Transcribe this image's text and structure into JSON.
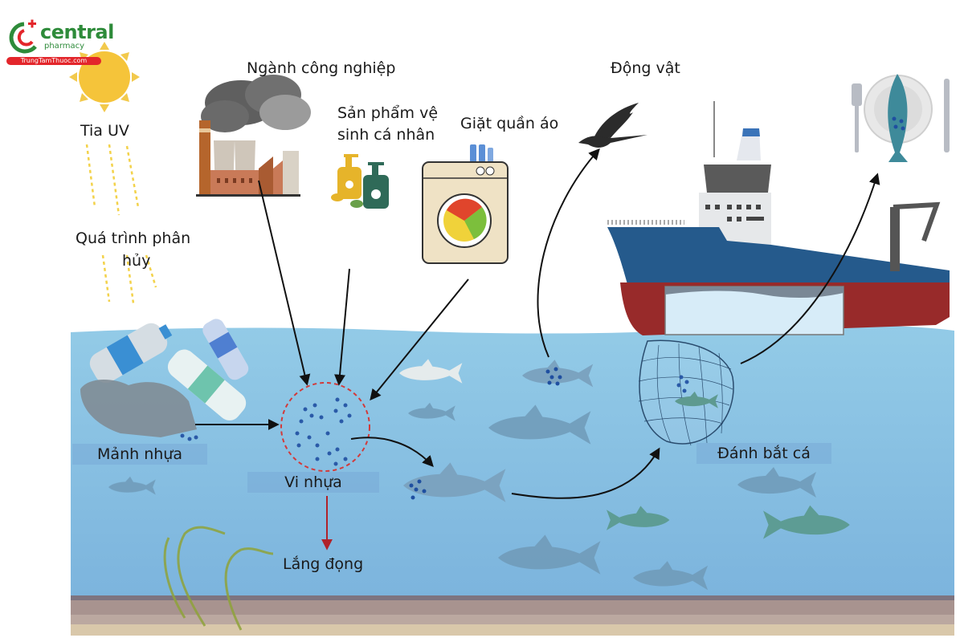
{
  "brand": {
    "name": "central",
    "sub": "pharmacy",
    "site": "TrungTamThuoc.com",
    "colors": {
      "green": "#2e8b3a",
      "red": "#e3262b"
    }
  },
  "labels": {
    "uv": "Tia UV",
    "degradation_line1": "Quá trình phân",
    "degradation_line2": "hủy",
    "industry": "Ngành công nghiệp",
    "personal_care_line1": "Sản phẩm vệ",
    "personal_care_line2": "sinh cá nhân",
    "laundry": "Giặt quần áo",
    "animals": "Động vật",
    "plastic_fragments": "Mảnh nhựa",
    "microplastics": "Vi nhựa",
    "sedimentation": "Lắng đọng",
    "fishing": "Đánh bắt cá"
  },
  "colors": {
    "water_top": "#8fc9e6",
    "water_bottom": "#7eb6de",
    "sediment": "#a89290",
    "sand": "#d8c6a8",
    "ship_hull": "#255a8c",
    "ship_bottom": "#9a2a2a",
    "microplastic_dot": "#2a5aa8",
    "circle_dash": "#d23a3a",
    "sediment_arrow": "#b0222a"
  },
  "icons": [
    "sun-icon",
    "factory-icon",
    "soap-bottles-icon",
    "washing-machine-icon",
    "bird-icon",
    "ship-icon",
    "fish-plate-icon",
    "fishing-net-icon",
    "plastic-bottles-icon",
    "plastic-bag-icon",
    "seaweed-icon"
  ]
}
